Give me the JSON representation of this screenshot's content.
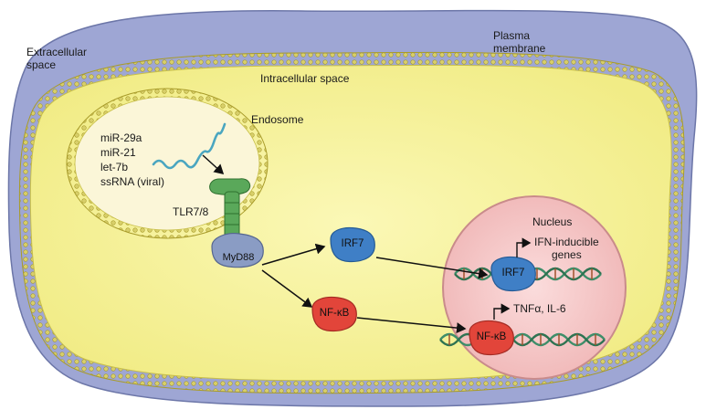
{
  "regions": {
    "extracellular": "Extracellular\nspace",
    "plasma_membrane": "Plasma\nmembrane",
    "intracellular": "Intracellular space",
    "endosome": "Endosome",
    "nucleus": "Nucleus"
  },
  "ligands": [
    "miR-29a",
    "miR-21",
    "let-7b",
    "ssRNA (viral)"
  ],
  "nodes": {
    "receptor": "TLR7/8",
    "adaptor": "MyD88",
    "irf7": "IRF7",
    "nfkb": "NF-κB",
    "irf7_nuclear": "IRF7",
    "nfkb_nuclear": "NF-κB"
  },
  "genes": {
    "irf7_target": "IFN-inducible\ngenes",
    "nfkb_target": "TNFα, IL-6"
  },
  "colors": {
    "membrane_outer": "#8b95c8",
    "cytoplasm": "#f7f4a0",
    "nucleus_fill": "#f6c9c9",
    "endosome_fill": "#fbf6d8",
    "receptor": "#5aa85a",
    "myd88": "#8a9cc4",
    "irf7": "#3f7fc6",
    "nfkb": "#e2453a",
    "dna": "#3e8e6a"
  }
}
